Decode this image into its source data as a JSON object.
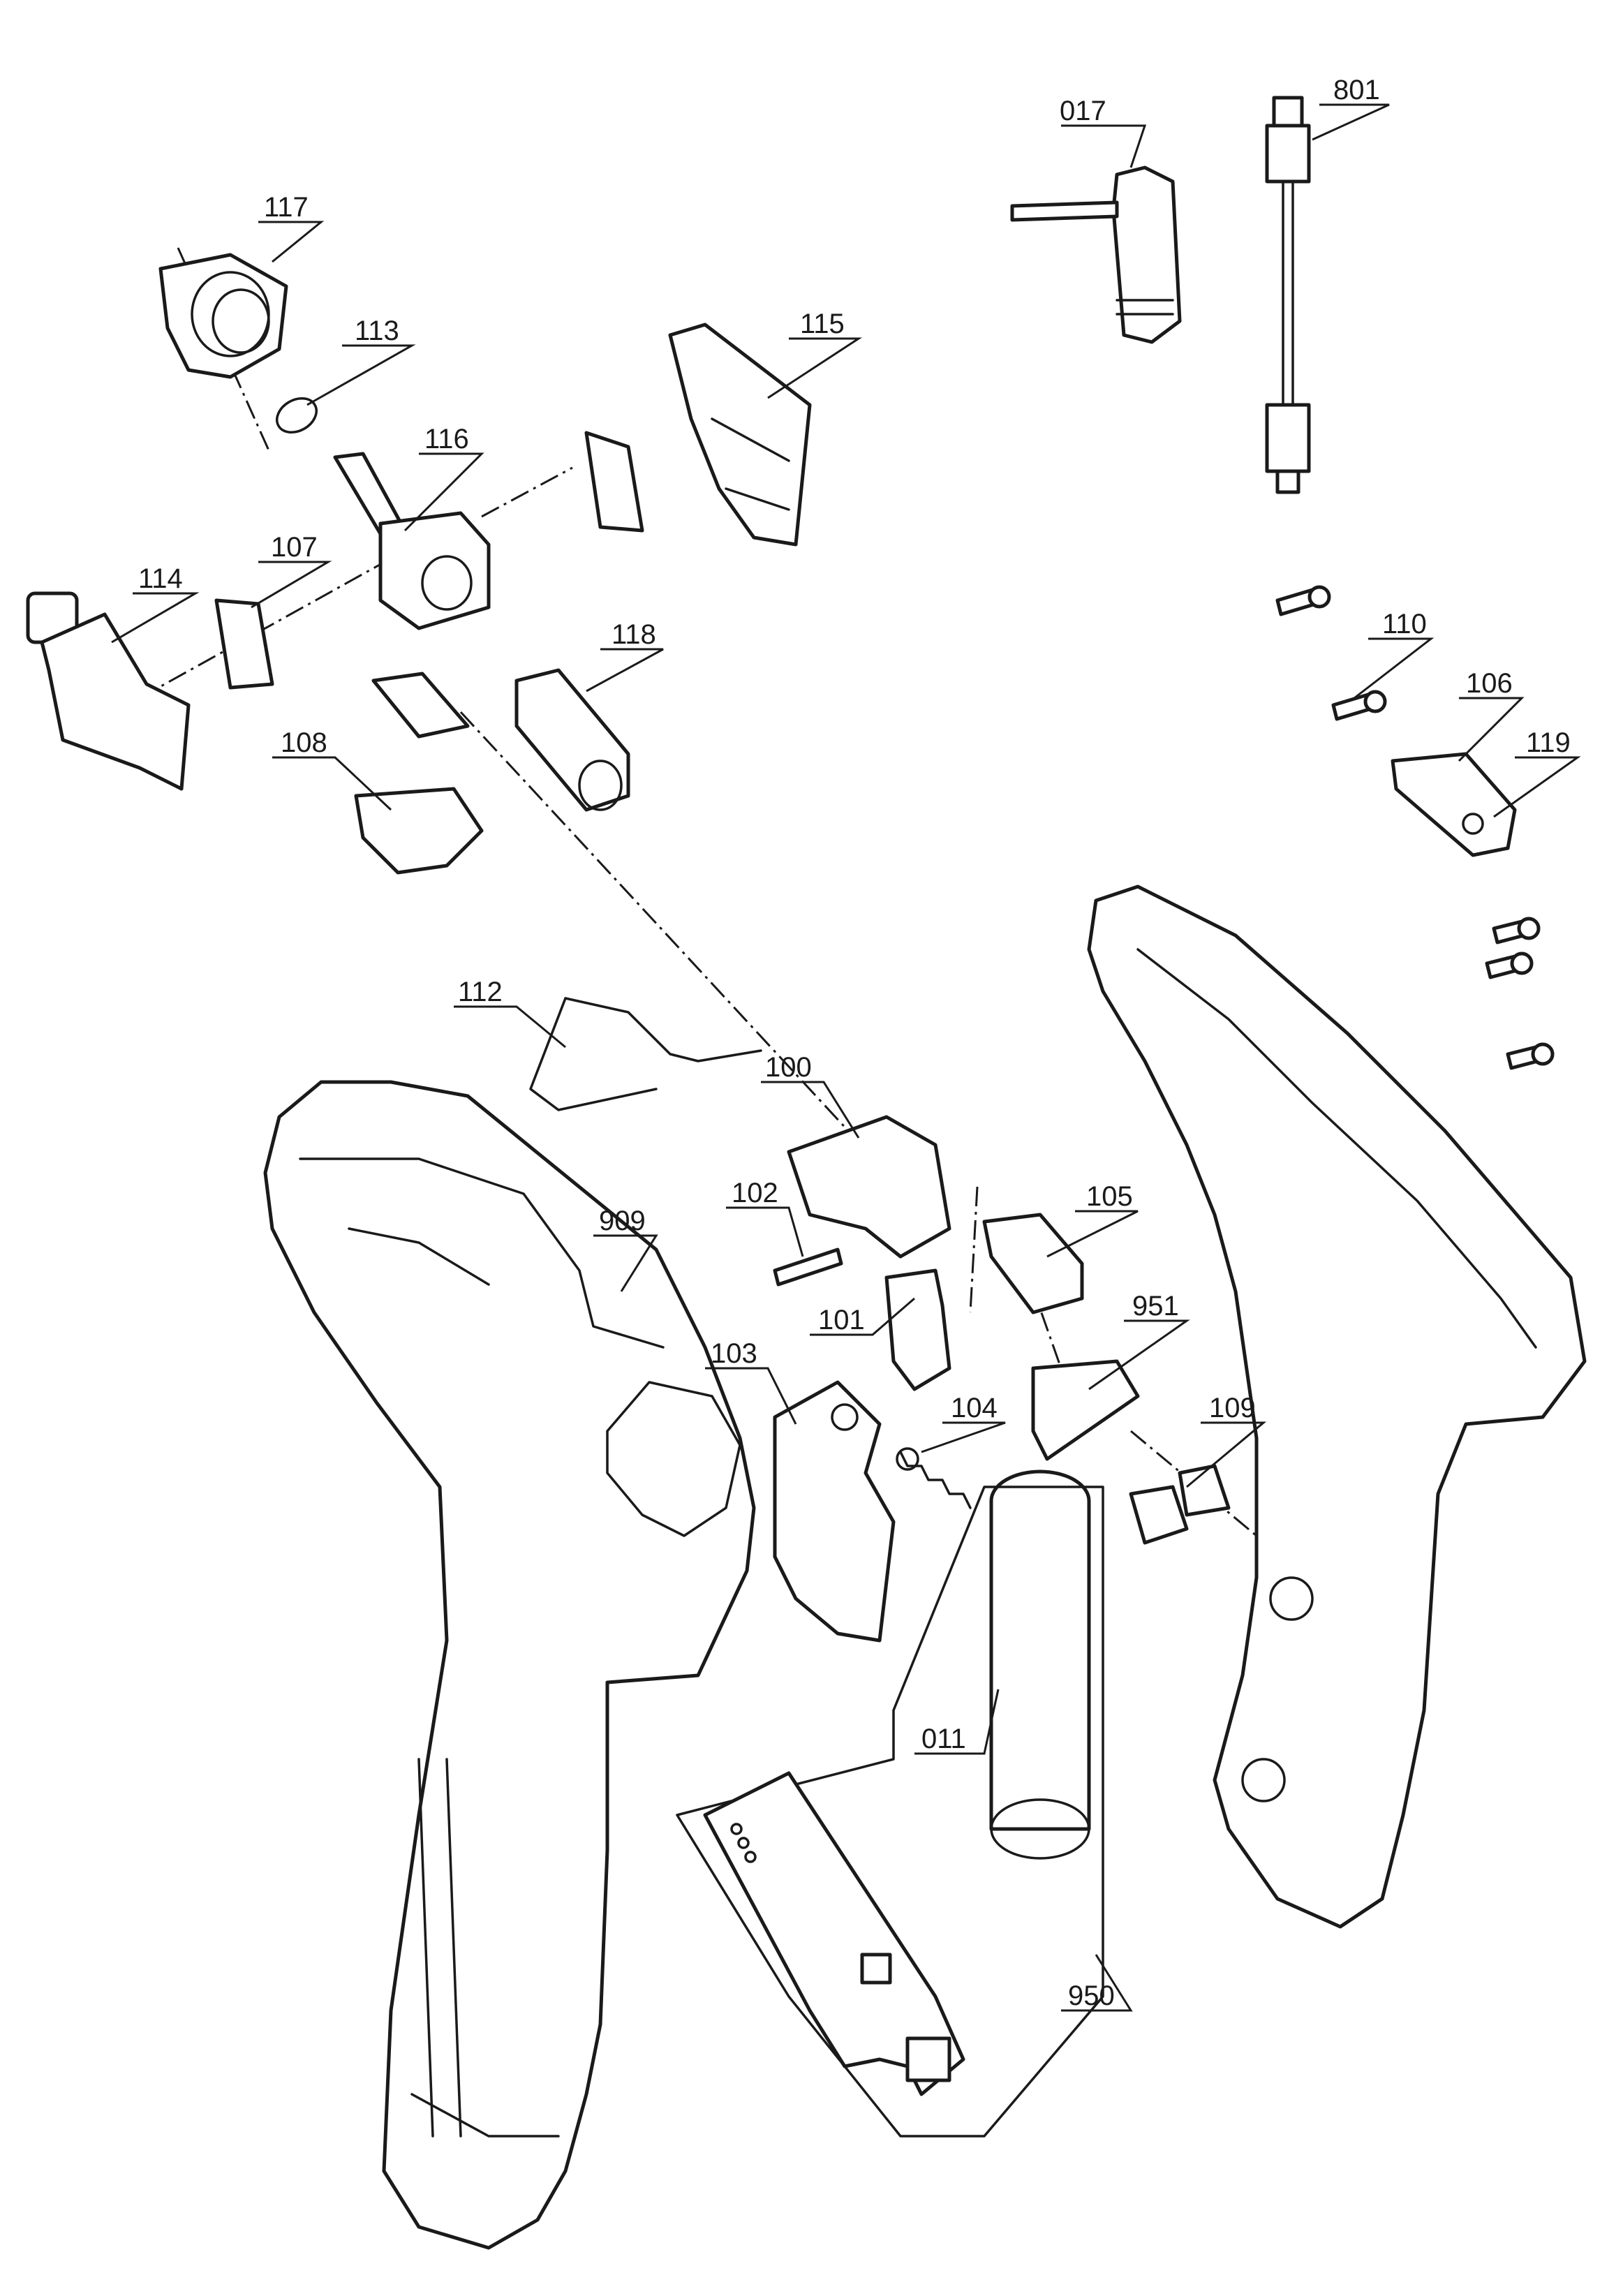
{
  "labels": {
    "p017": "017",
    "p801": "801",
    "p117": "117",
    "p113": "113",
    "p115": "115",
    "p116": "116",
    "p107": "107",
    "p114": "114",
    "p118": "118",
    "p108": "108",
    "p110": "110",
    "p106": "106",
    "p119": "119",
    "p112": "112",
    "p100": "100",
    "p102": "102",
    "p909": "909",
    "p105": "105",
    "p101": "101",
    "p951": "951",
    "p103": "103",
    "p104": "104",
    "p109": "109",
    "p011": "011",
    "p950": "950"
  },
  "colors": {
    "line": "#1a1a1a",
    "background": "#ffffff"
  }
}
